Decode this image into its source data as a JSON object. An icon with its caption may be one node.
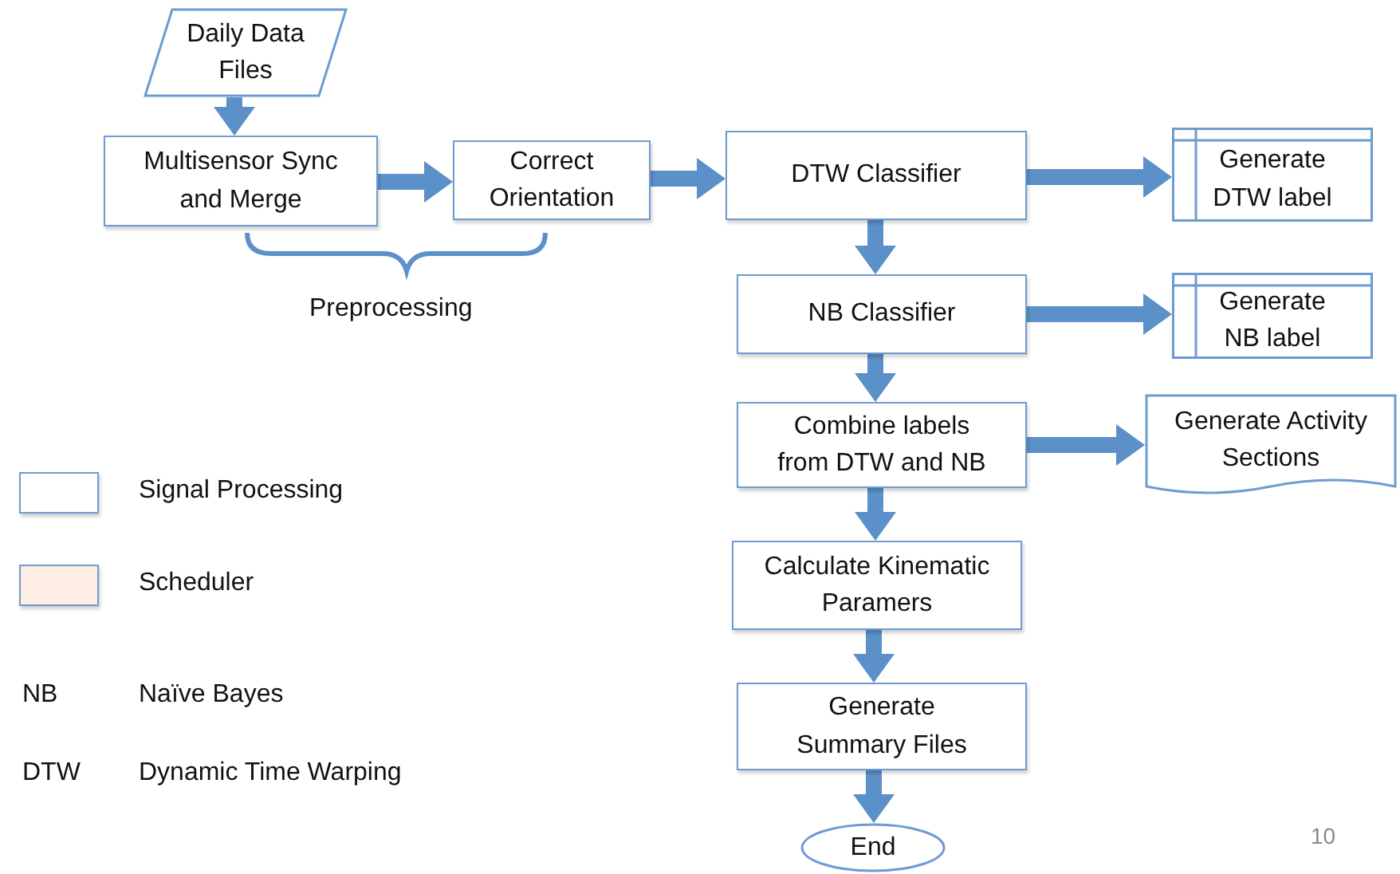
{
  "diagram": {
    "nodes": [
      {
        "text": [
          "Daily Data Files"
        ]
      },
      {
        "text": [
          "Multisensor Sync and Merge"
        ]
      },
      {
        "text": [
          "Correct Orientation"
        ]
      },
      {
        "text": [
          "DTW Classifier"
        ]
      },
      {
        "text": [
          "Generate DTW label"
        ]
      },
      {
        "text": [
          "NB Classifier"
        ]
      },
      {
        "text": [
          "Generate NB label"
        ]
      },
      {
        "text": [
          "Combine labels from DTW and NB"
        ]
      },
      {
        "text": [
          "Generate Activity Sections"
        ]
      },
      {
        "text": [
          "Calculate Kinematic Paramers"
        ]
      },
      {
        "text": [
          "Generate Summary Files"
        ]
      },
      {
        "text": [
          "End"
        ]
      }
    ],
    "edges": [
      {
        "from": 0,
        "to": 1,
        "arrow": "to"
      },
      {
        "from": 1,
        "to": 2,
        "arrow": "to"
      },
      {
        "from": 2,
        "to": 3,
        "arrow": "to"
      },
      {
        "from": 3,
        "to": 4,
        "arrow": "to"
      },
      {
        "from": 3,
        "to": 5,
        "arrow": "to"
      },
      {
        "from": 5,
        "to": 6,
        "arrow": "to"
      },
      {
        "from": 5,
        "to": 7,
        "arrow": "to"
      },
      {
        "from": 7,
        "to": 8,
        "arrow": "to"
      },
      {
        "from": 7,
        "to": 9,
        "arrow": "to"
      },
      {
        "from": 9,
        "to": 10,
        "arrow": "to"
      },
      {
        "from": 10,
        "to": 11,
        "arrow": "to"
      }
    ],
    "labels": [
      "Preprocessing",
      "NB",
      "Naïve Bayes",
      "DTW",
      "Dynamic Time Warping",
      "10"
    ],
    "legend": [
      {
        "text": "Signal Processing",
        "color": "#ffffff"
      },
      {
        "text": "Scheduler",
        "color": "#fdede3"
      }
    ]
  }
}
